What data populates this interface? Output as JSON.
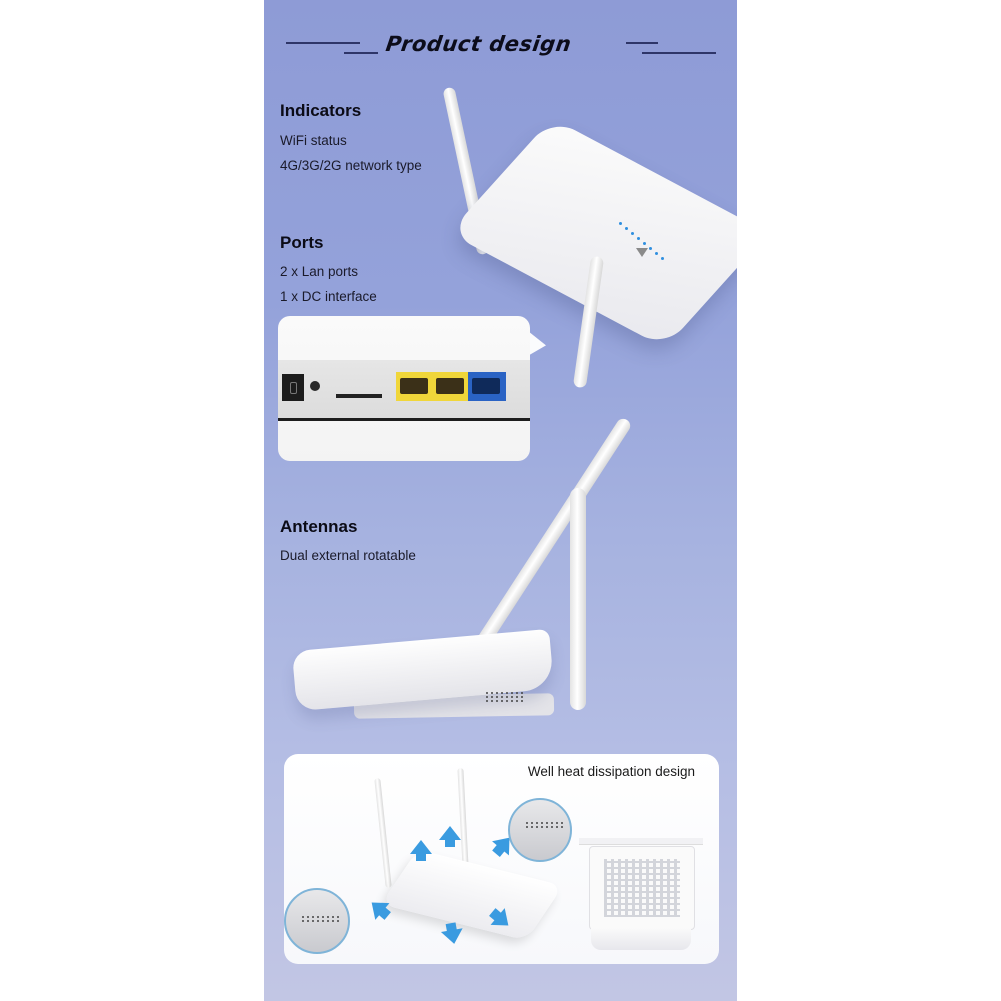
{
  "header": {
    "title": "Product design"
  },
  "sections": [
    {
      "heading": "Indicators",
      "lines": [
        "WiFi status",
        "4G/3G/2G network type"
      ]
    },
    {
      "heading": "Ports",
      "lines": [
        "2 x Lan ports",
        "1 x  DC interface"
      ]
    },
    {
      "heading": "Antennas",
      "lines": [
        "Dual external rotatable"
      ]
    }
  ],
  "heat_card": {
    "caption": "Well heat dissipation design"
  },
  "ports_detail": {
    "ports": [
      "dc-power-jack",
      "reset-button",
      "sim-slot",
      "lan-port",
      "lan-port",
      "wan-port"
    ]
  },
  "colors": {
    "background_top": "#8e9bd6",
    "background_bottom": "#c2c6e4",
    "lan_port": "#f0d63a",
    "wan_port": "#2a63c4",
    "led": "#2f8fe0",
    "airflow_arrow": "#3a9be0"
  }
}
